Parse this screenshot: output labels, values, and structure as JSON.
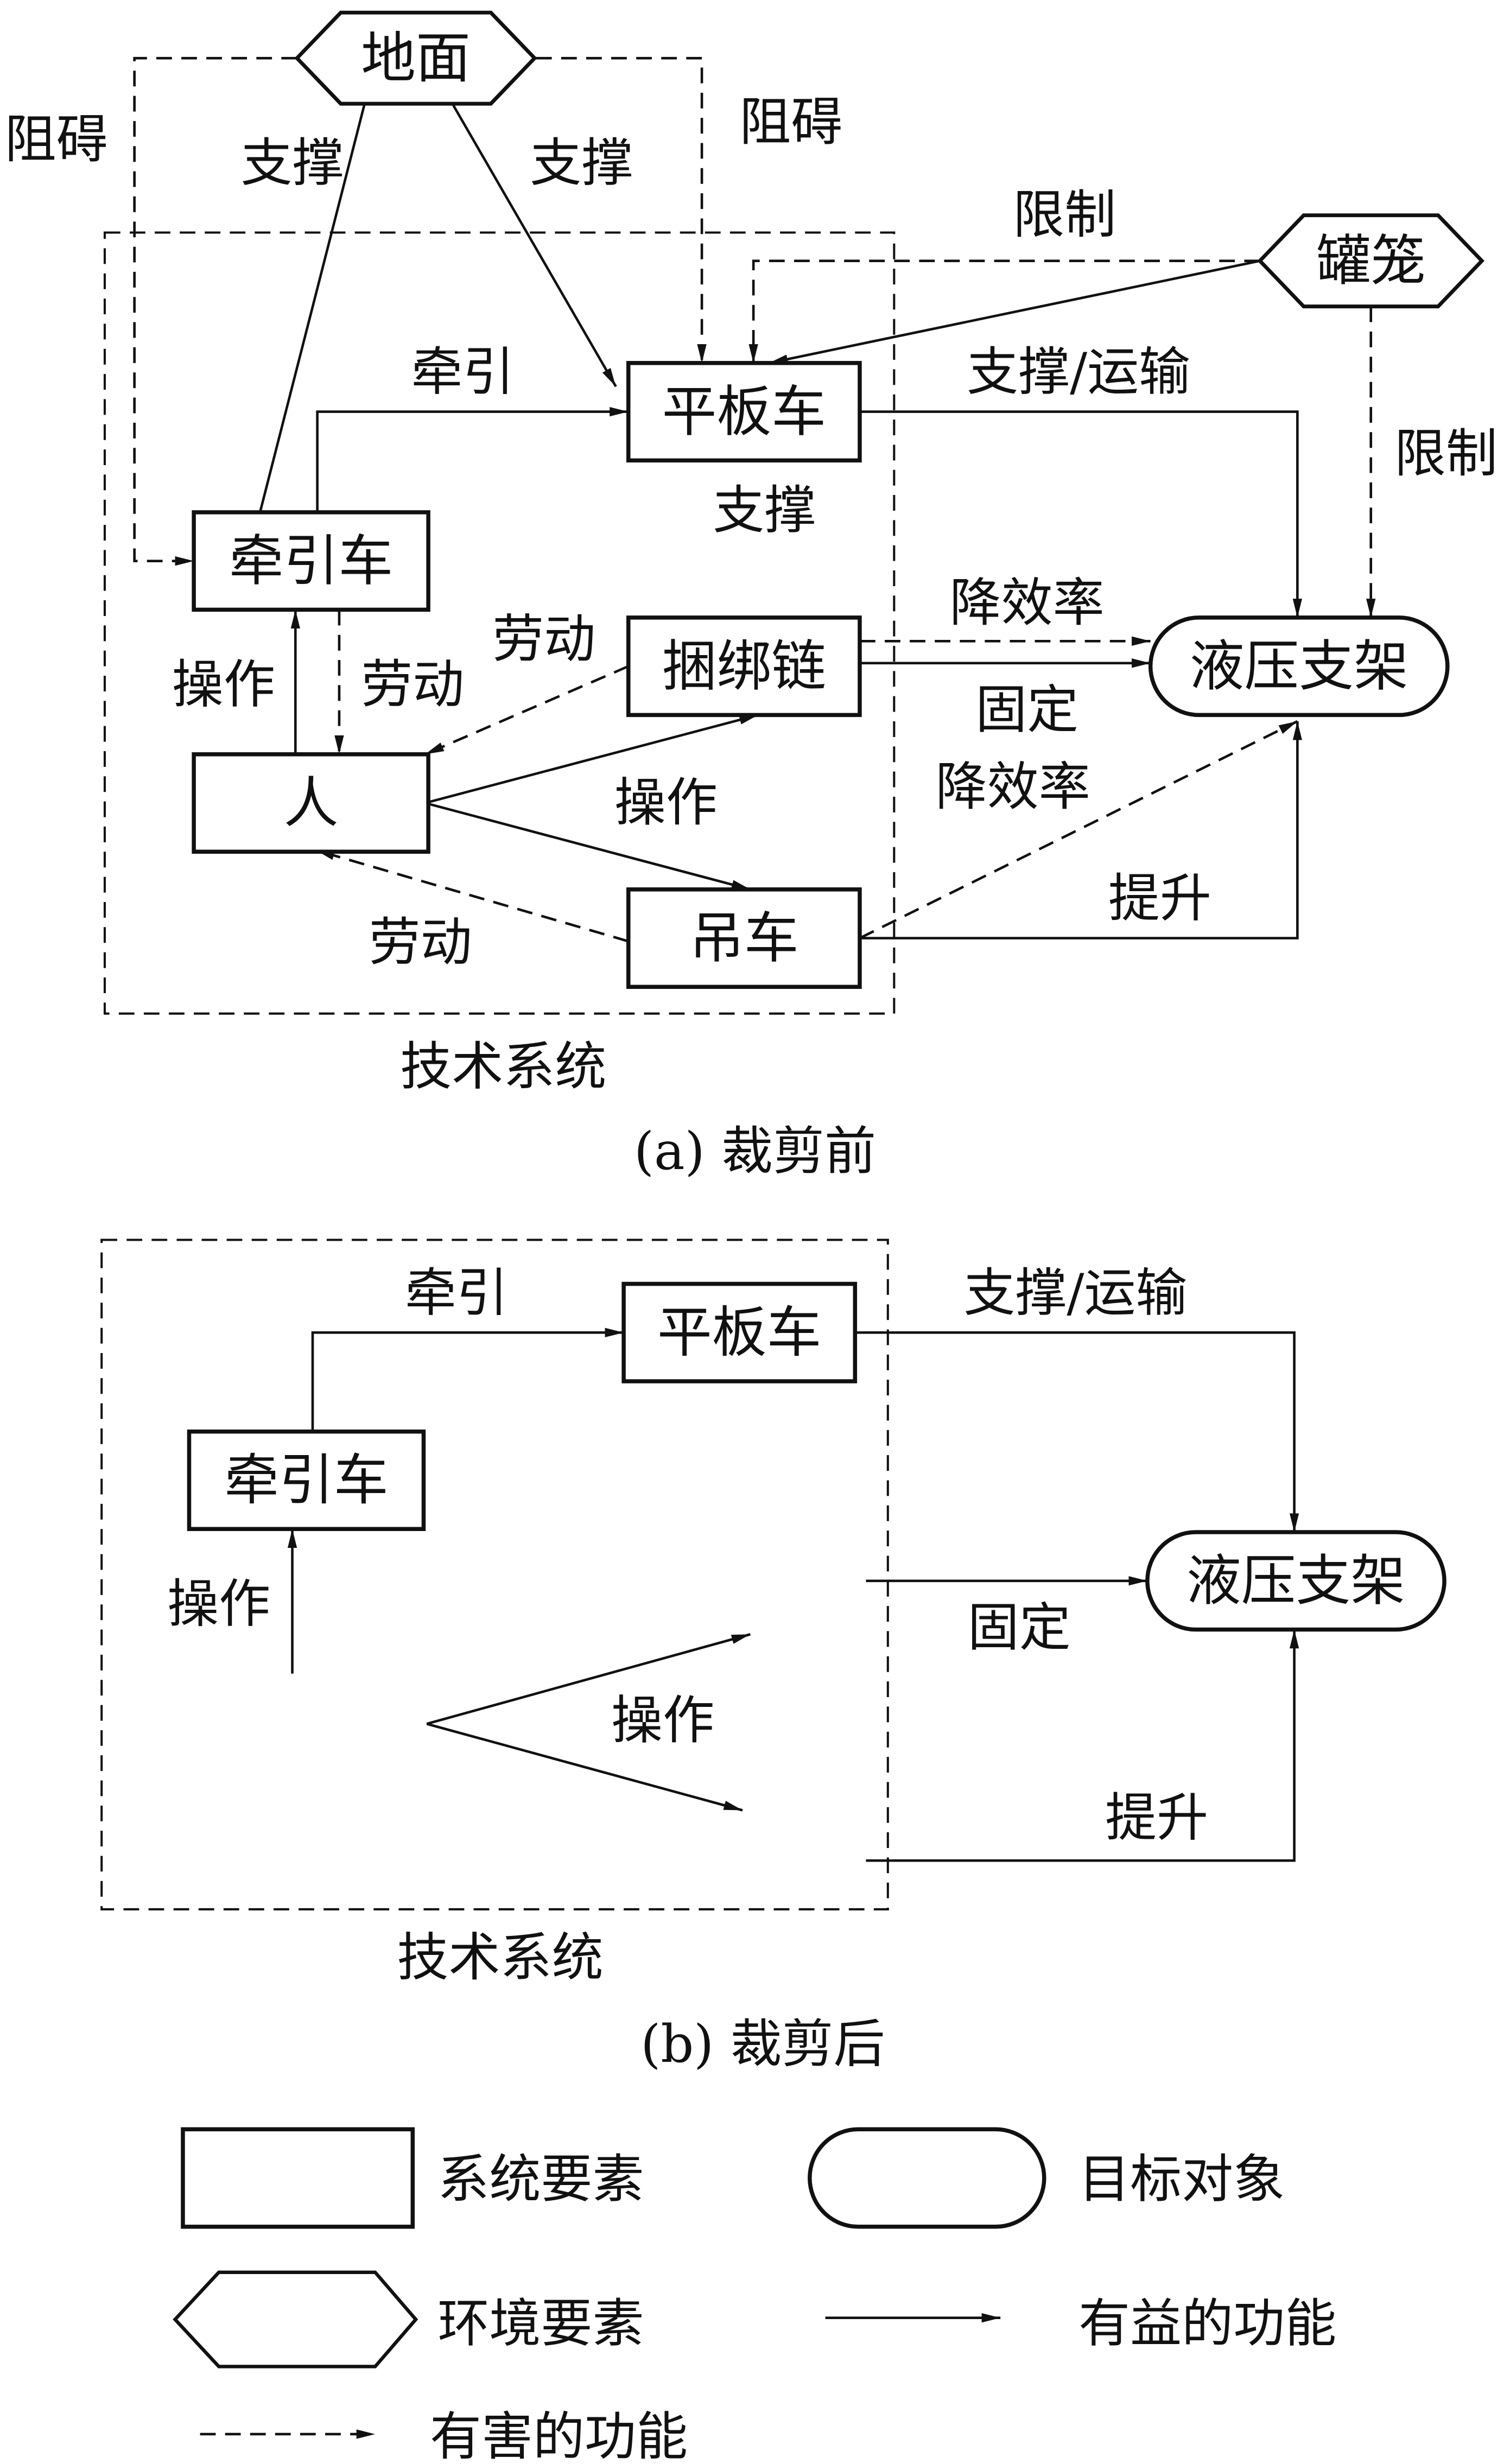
{
  "figure": {
    "panel_a": {
      "caption": "(a) 裁剪前",
      "system_label": "技术系统",
      "nodes": [
        {
          "id": "dimian",
          "label": "地面",
          "kind": "environment"
        },
        {
          "id": "guanlong",
          "label": "罐笼",
          "kind": "environment"
        },
        {
          "id": "qianyinche",
          "label": "牵引车",
          "kind": "system"
        },
        {
          "id": "pingbanche",
          "label": "平板车",
          "kind": "system"
        },
        {
          "id": "kunbanglian",
          "label": "捆绑链",
          "kind": "system"
        },
        {
          "id": "ren",
          "label": "人",
          "kind": "system"
        },
        {
          "id": "diaoche",
          "label": "吊车",
          "kind": "system"
        },
        {
          "id": "yeyazhijia",
          "label": "液压支架",
          "kind": "target"
        }
      ],
      "edges": [
        {
          "id": "a1",
          "from": "dimian",
          "to": "qianyinche",
          "label": "支撑",
          "type": "useful"
        },
        {
          "id": "a2",
          "from": "dimian",
          "to": "pingbanche",
          "label": "支撑",
          "type": "useful"
        },
        {
          "id": "a3",
          "from": "dimian",
          "to": "qianyinche",
          "label": "阻碍",
          "type": "harmful"
        },
        {
          "id": "a4",
          "from": "dimian",
          "to": "pingbanche",
          "label": "阻碍",
          "type": "harmful"
        },
        {
          "id": "a5",
          "from": "guanlong",
          "to": "pingbanche",
          "label": "限制",
          "type": "harmful"
        },
        {
          "id": "a6",
          "from": "guanlong",
          "to": "pingbanche",
          "label": "支撑",
          "type": "useful"
        },
        {
          "id": "a7",
          "from": "guanlong",
          "to": "yeyazhijia",
          "label": "限制",
          "type": "harmful"
        },
        {
          "id": "a8",
          "from": "qianyinche",
          "to": "pingbanche",
          "label": "牵引",
          "type": "useful"
        },
        {
          "id": "a9",
          "from": "pingbanche",
          "to": "yeyazhijia",
          "label": "支撑/运输",
          "type": "useful"
        },
        {
          "id": "a10",
          "from": "ren",
          "to": "qianyinche",
          "label": "操作",
          "type": "useful"
        },
        {
          "id": "a11",
          "from": "qianyinche",
          "to": "ren",
          "label": "劳动",
          "type": "harmful"
        },
        {
          "id": "a12",
          "from": "kunbanglian",
          "to": "ren",
          "label": "劳动",
          "type": "harmful"
        },
        {
          "id": "a13",
          "from": "ren",
          "to": "kunbanglian",
          "label": "操作",
          "type": "useful"
        },
        {
          "id": "a14",
          "from": "ren",
          "to": "diaoche",
          "label": "",
          "type": "useful"
        },
        {
          "id": "a15",
          "from": "diaoche",
          "to": "ren",
          "label": "劳动",
          "type": "harmful"
        },
        {
          "id": "a16",
          "from": "kunbanglian",
          "to": "yeyazhijia",
          "label": "降效率",
          "type": "harmful"
        },
        {
          "id": "a17",
          "from": "kunbanglian",
          "to": "yeyazhijia",
          "label": "固定",
          "type": "useful"
        },
        {
          "id": "a18",
          "from": "diaoche",
          "to": "yeyazhijia",
          "label": "降效率",
          "type": "harmful"
        },
        {
          "id": "a19",
          "from": "diaoche",
          "to": "yeyazhijia",
          "label": "提升",
          "type": "useful"
        }
      ]
    },
    "panel_b": {
      "caption": "(b) 裁剪后",
      "system_label": "技术系统",
      "nodes": [
        {
          "id": "b_qianyinche",
          "label": "牵引车",
          "kind": "system"
        },
        {
          "id": "b_pingbanche",
          "label": "平板车",
          "kind": "system"
        },
        {
          "id": "b_yeyazhijia",
          "label": "液压支架",
          "kind": "target"
        }
      ],
      "edges": [
        {
          "id": "b1",
          "from": "b_qianyinche",
          "to": "b_pingbanche",
          "label": "牵引",
          "type": "useful"
        },
        {
          "id": "b2",
          "from": "b_pingbanche",
          "to": "b_yeyazhijia",
          "label": "支撑/运输",
          "type": "useful"
        },
        {
          "id": "b3",
          "from": "",
          "to": "b_qianyinche",
          "label": "操作",
          "type": "useful"
        },
        {
          "id": "b4",
          "from": "",
          "to": "b_yeyazhijia",
          "label": "固定",
          "type": "useful"
        },
        {
          "id": "b5",
          "from": "",
          "to": "",
          "label": "操作",
          "type": "useful"
        },
        {
          "id": "b6",
          "from": "",
          "to": "",
          "label": "",
          "type": "useful"
        },
        {
          "id": "b7",
          "from": "",
          "to": "b_yeyazhijia",
          "label": "提升",
          "type": "useful"
        }
      ]
    },
    "legend": [
      {
        "id": "system",
        "label": "系统要素"
      },
      {
        "id": "target",
        "label": "目标对象"
      },
      {
        "id": "environment",
        "label": "环境要素"
      },
      {
        "id": "useful",
        "label": "有益的功能"
      },
      {
        "id": "harmful",
        "label": "有害的功能"
      }
    ]
  }
}
